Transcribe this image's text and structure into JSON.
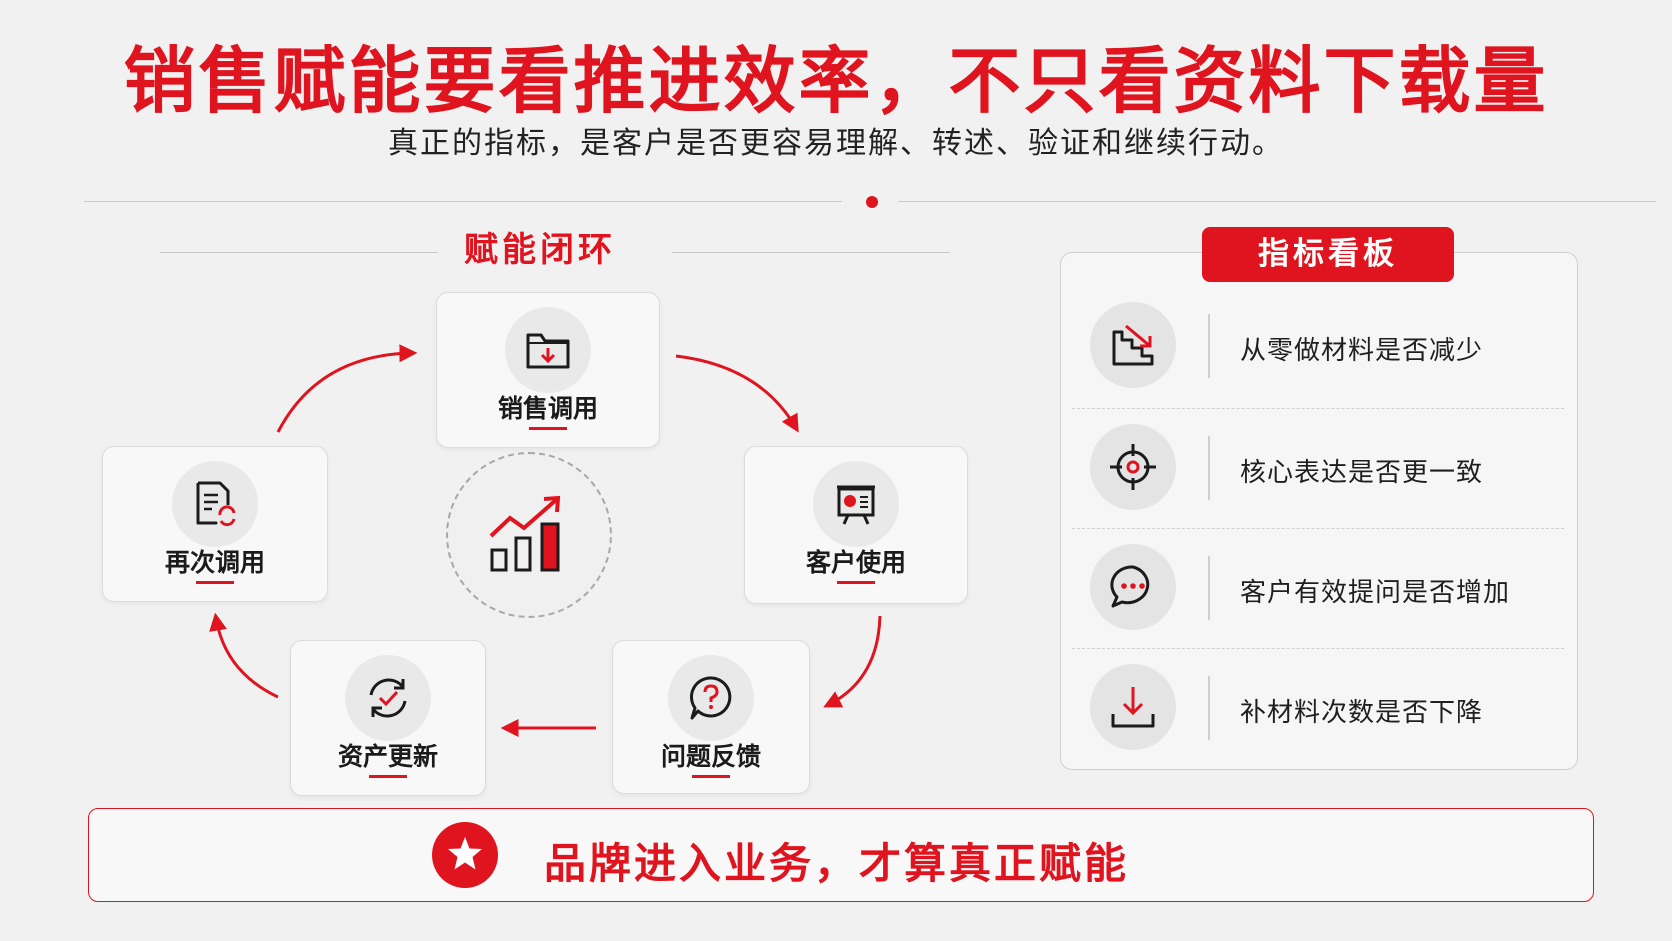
{
  "header": {
    "title": "销售赋能要看推进效率，不只看资料下载量",
    "subtitle": "真正的指标，是客户是否更容易理解、转述、验证和继续行动。"
  },
  "cycle": {
    "title": "赋能闭环",
    "nodes": [
      {
        "label": "销售调用",
        "icon": "folder-download-icon"
      },
      {
        "label": "客户使用",
        "icon": "presentation-board-icon"
      },
      {
        "label": "问题反馈",
        "icon": "question-bubble-icon"
      },
      {
        "label": "资产更新",
        "icon": "refresh-check-icon"
      },
      {
        "label": "再次调用",
        "icon": "document-refresh-icon"
      }
    ],
    "center_icon": "growth-chart-icon"
  },
  "dashboard": {
    "title": "指标看板",
    "metrics": [
      {
        "label": "从零做材料是否减少",
        "icon": "stairs-down-icon"
      },
      {
        "label": "核心表达是否更一致",
        "icon": "target-icon"
      },
      {
        "label": "客户有效提问是否增加",
        "icon": "chat-bubble-icon"
      },
      {
        "label": "补材料次数是否下降",
        "icon": "tray-download-icon"
      }
    ]
  },
  "banner": {
    "text": "品牌进入业务，才算真正赋能",
    "icon": "star-icon"
  },
  "colors": {
    "accent": "#e0141e",
    "dark": "#1b1b1b",
    "background": "#f1f1f2"
  }
}
